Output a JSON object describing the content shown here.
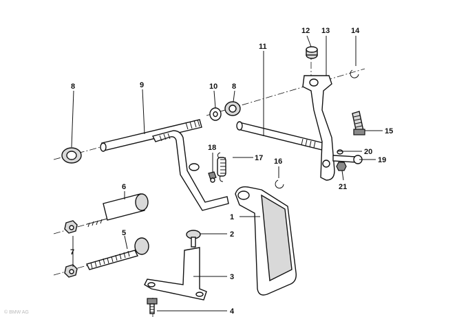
{
  "callouts": {
    "c1": "1",
    "c2": "2",
    "c3": "3",
    "c4": "4",
    "c5": "5",
    "c6": "6",
    "c7": "7",
    "c8a": "8",
    "c8b": "8",
    "c9": "9",
    "c10": "10",
    "c11": "11",
    "c12": "12",
    "c13": "13",
    "c14": "14",
    "c15": "15",
    "c16": "16",
    "c17": "17",
    "c18": "18",
    "c19": "19",
    "c20": "20",
    "c21": "21"
  },
  "watermark": "© BMW AG"
}
